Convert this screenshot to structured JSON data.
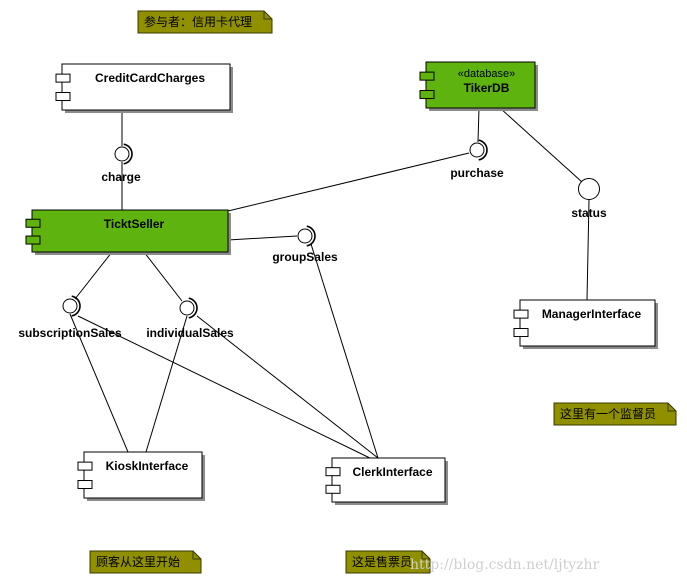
{
  "components": [
    {
      "id": "creditcard",
      "name": "CreditCardCharges",
      "stereotype": "",
      "fill": "#ffffff"
    },
    {
      "id": "tikerdb",
      "name": "TikerDB",
      "stereotype": "«database»",
      "fill": "#5fb30f"
    },
    {
      "id": "ticketseller",
      "name": "TicktSeller",
      "stereotype": "",
      "fill": "#5fb30f"
    },
    {
      "id": "manager",
      "name": "ManagerInterface",
      "stereotype": "",
      "fill": "#ffffff"
    },
    {
      "id": "kiosk",
      "name": "KioskInterface",
      "stereotype": "",
      "fill": "#ffffff"
    },
    {
      "id": "clerk",
      "name": "ClerkInterface",
      "stereotype": "",
      "fill": "#ffffff"
    }
  ],
  "interfaces": [
    {
      "id": "charge",
      "label": "charge",
      "kind": "required"
    },
    {
      "id": "purchase",
      "label": "purchase",
      "kind": "required"
    },
    {
      "id": "status",
      "label": "status",
      "kind": "provided"
    },
    {
      "id": "groupSales",
      "label": "groupSales",
      "kind": "required"
    },
    {
      "id": "subscriptionSales",
      "label": "subscriptionSales",
      "kind": "required"
    },
    {
      "id": "individualSales",
      "label": "individualSales",
      "kind": "required"
    }
  ],
  "connections": [
    [
      "creditcard",
      "charge"
    ],
    [
      "ticketseller",
      "charge"
    ],
    [
      "tikerdb",
      "purchase"
    ],
    [
      "ticketseller",
      "purchase"
    ],
    [
      "tikerdb",
      "status"
    ],
    [
      "manager",
      "status"
    ],
    [
      "ticketseller",
      "groupSales"
    ],
    [
      "clerk",
      "groupSales"
    ],
    [
      "ticketseller",
      "subscriptionSales"
    ],
    [
      "ticketseller",
      "individualSales"
    ],
    [
      "kiosk",
      "subscriptionSales"
    ],
    [
      "kiosk",
      "individualSales"
    ],
    [
      "clerk",
      "subscriptionSales"
    ],
    [
      "clerk",
      "individualSales"
    ]
  ],
  "notes": [
    {
      "id": "note-participant",
      "text": "参与者：信用卡代理"
    },
    {
      "id": "note-supervisor",
      "text": "这里有一个监督员"
    },
    {
      "id": "note-customer",
      "text": "顾客从这里开始"
    },
    {
      "id": "note-clerk",
      "text": "这是售票员"
    }
  ],
  "colors": {
    "component_active": "#5fb30f",
    "component_default": "#ffffff",
    "note_fill": "#8f8f00",
    "note_border": "#3a3a00",
    "watermark": "#cfcfcf"
  },
  "watermark": "http://blog.csdn.net/ljtyzhr"
}
